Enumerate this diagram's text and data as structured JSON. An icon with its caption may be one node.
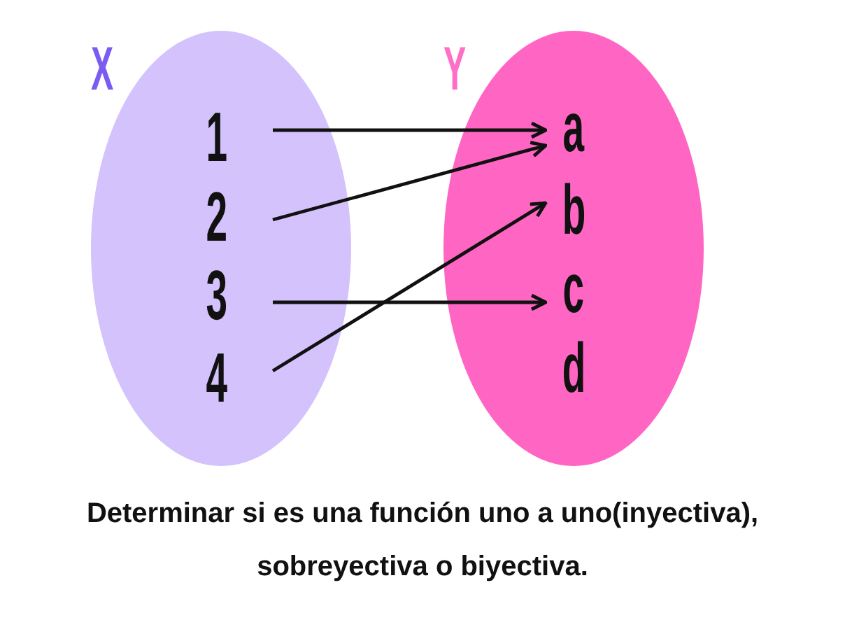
{
  "diagram": {
    "caption": "Determinar si es una función uno a uno(inyectiva), sobreyectiva o biyectiva.",
    "nodes": [
      {
        "text": [
          "X"
        ]
      },
      {
        "text": [
          "1"
        ],
        "in": 0
      },
      {
        "text": [
          "2"
        ],
        "in": 0
      },
      {
        "text": [
          "3"
        ],
        "in": 0
      },
      {
        "text": [
          "4"
        ],
        "in": 0
      },
      {
        "text": [
          "Y"
        ]
      },
      {
        "text": [
          "a"
        ],
        "in": 5
      },
      {
        "text": [
          "b"
        ],
        "in": 5
      },
      {
        "text": [
          "c"
        ],
        "in": 5
      },
      {
        "text": [
          "d"
        ],
        "in": 5
      }
    ],
    "edges": [
      {
        "from": 1,
        "to": 6,
        "arrow": "to"
      },
      {
        "from": 2,
        "to": 6,
        "arrow": "to"
      },
      {
        "from": 3,
        "to": 8,
        "arrow": "to"
      },
      {
        "from": 4,
        "to": 7,
        "arrow": "to"
      }
    ]
  }
}
